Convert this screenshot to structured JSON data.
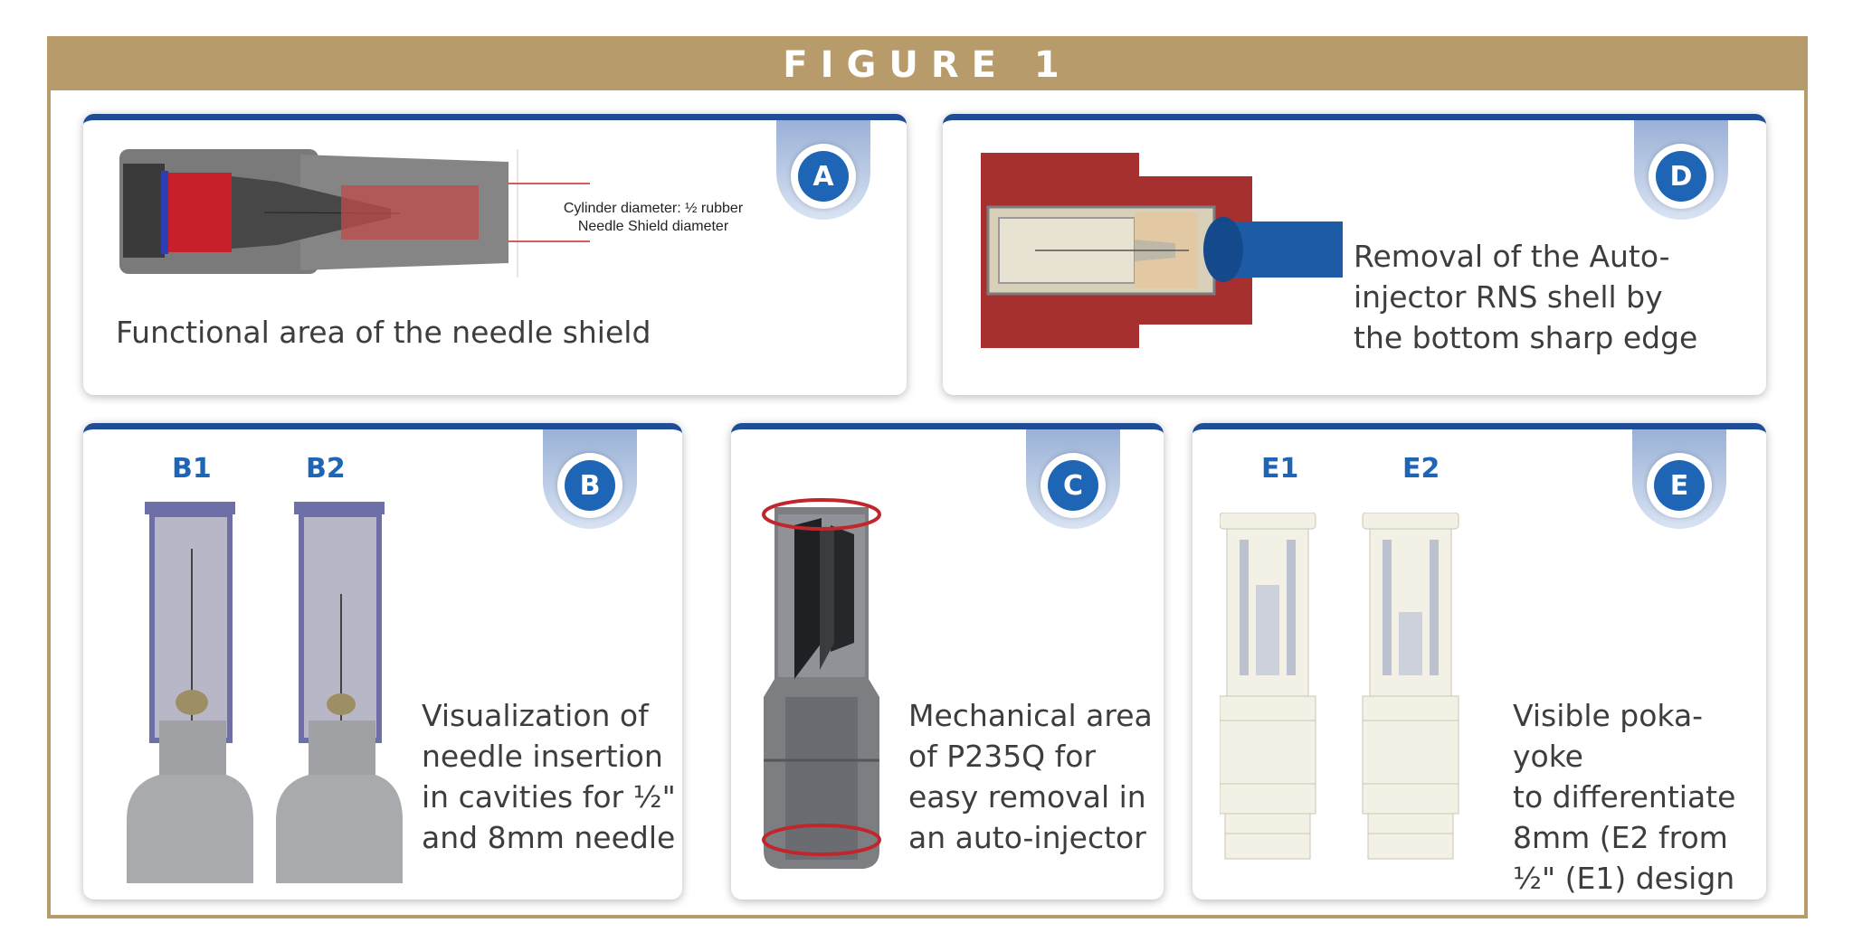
{
  "figure_title": "FIGURE 1",
  "colors": {
    "frame": "#b89b6a",
    "panel_accent": "#1f4e96",
    "badge": "#1f65b5",
    "rubber_red": "#b23b3b",
    "text": "#3d3d3d"
  },
  "panels": {
    "a": {
      "badge": "A",
      "caption": "Functional area of the needle shield",
      "dimension_label_line1": "Cylinder  diameter:  ½  rubber",
      "dimension_label_line2": "Needle Shield diameter"
    },
    "d": {
      "badge": "D",
      "caption": "Removal of the Auto-\ninjector RNS shell by\nthe bottom sharp edge"
    },
    "b": {
      "badge": "B",
      "label_1": "B1",
      "label_2": "B2",
      "caption": "Visualization of\nneedle insertion\nin cavities for ½\"\nand 8mm needle"
    },
    "c": {
      "badge": "C",
      "caption": "Mechanical area\nof P235Q for\neasy removal in\nan auto-injector"
    },
    "e": {
      "badge": "E",
      "label_1": "E1",
      "label_2": "E2",
      "caption": "Visible poka-yoke\nto differentiate\n8mm (E2 from\n½\" (E1) design"
    }
  }
}
